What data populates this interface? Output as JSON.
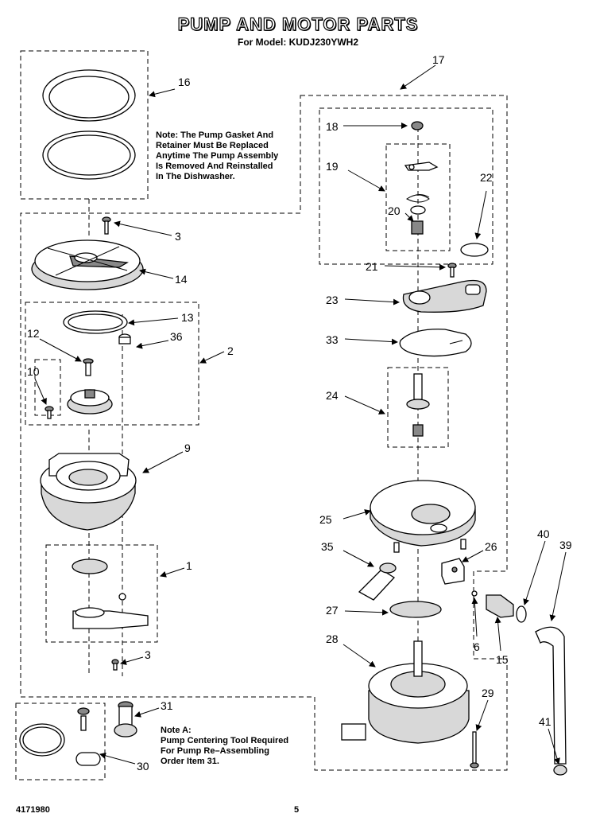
{
  "title": "PUMP AND MOTOR PARTS",
  "subtitle": "For Model: KUDJ230YWH2",
  "notes": {
    "gasket": [
      "Note: The Pump Gasket And",
      "Retainer Must Be Replaced",
      "Anytime The Pump Assembly",
      "Is Removed And Reinstalled",
      "In The Dishwasher."
    ],
    "note_a": [
      "Note A:",
      "Pump Centering Tool Required",
      "For Pump Re–Assembling",
      "Order Item 31."
    ]
  },
  "footer": {
    "doc_number": "4171980",
    "page_number": "5"
  },
  "callouts": [
    "16",
    "17",
    "18",
    "19",
    "20",
    "22",
    "21",
    "3",
    "14",
    "23",
    "13",
    "33",
    "12",
    "36",
    "2",
    "10",
    "24",
    "9",
    "25",
    "35",
    "26",
    "40",
    "39",
    "1",
    "27",
    "6",
    "15",
    "3",
    "28",
    "29",
    "31",
    "30",
    "41"
  ]
}
